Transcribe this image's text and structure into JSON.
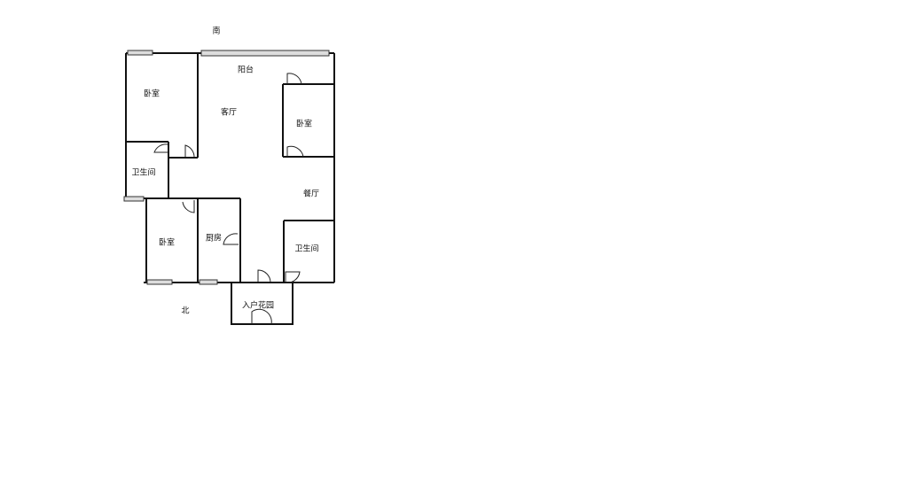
{
  "compass": {
    "south": "南",
    "north": "北"
  },
  "rooms": {
    "balcony": "阳台",
    "living_room": "客厅",
    "bedroom_nw": "卧室",
    "bedroom_east": "卧室",
    "bedroom_sw": "卧室",
    "bathroom_west": "卫生间",
    "bathroom_east": "卫生间",
    "dining_room": "餐厅",
    "kitchen": "厨房",
    "entry_garden": "入户花园"
  }
}
